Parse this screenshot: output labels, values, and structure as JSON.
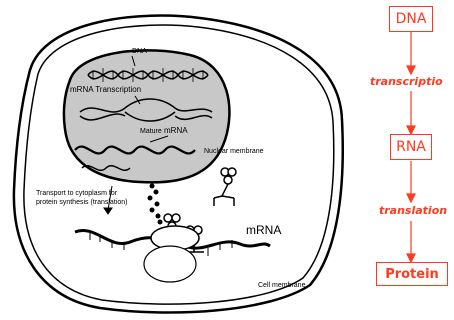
{
  "cell": {
    "dna_label": "DNA",
    "transcription_label": "mRNA Transcription",
    "mature_label": "Mature",
    "mature_mrna": "mRNA",
    "nuclear_membrane": "Nuclear membrane",
    "transport_line1": "Transport to cytoplasm for",
    "transport_line2": "protein synthesis (translation)",
    "mrna_label": "mRNA",
    "cell_membrane": "Cell membrane"
  },
  "flow": {
    "dna": "DNA",
    "transcription": "transcriptio",
    "rna": "RNA",
    "translation": "translation",
    "protein": "Protein",
    "accent_color": "#ff3b1f"
  }
}
